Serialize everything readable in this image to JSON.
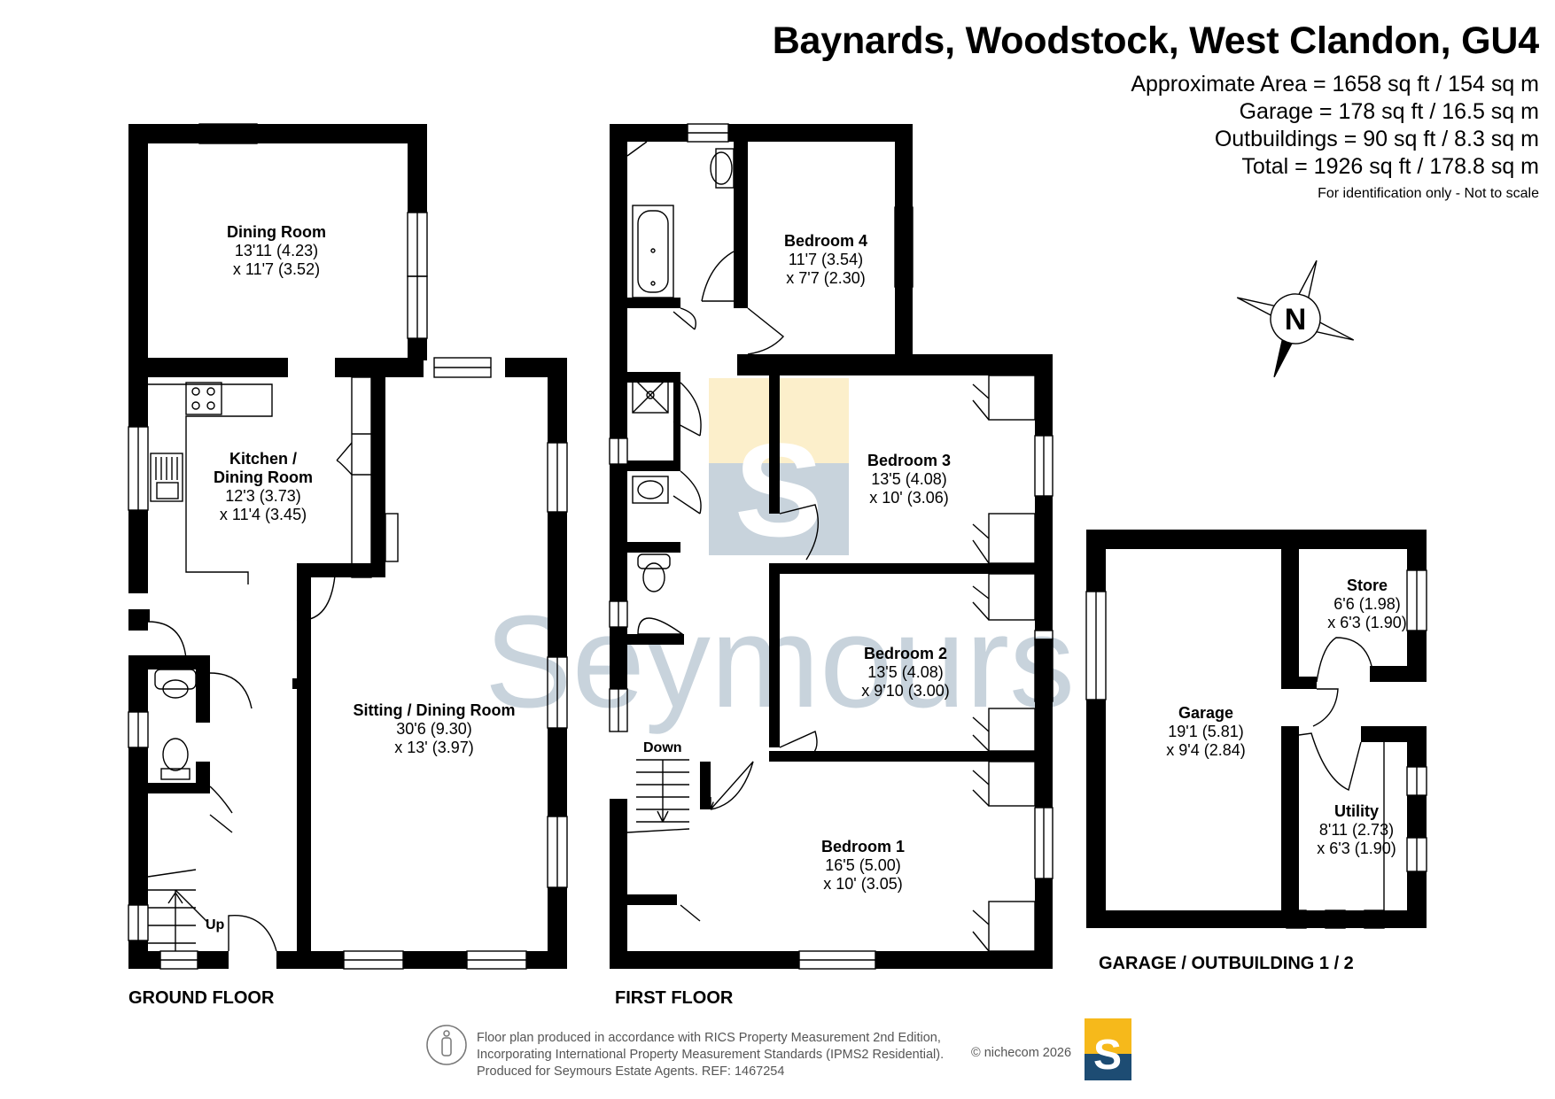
{
  "header": {
    "title": "Baynards, Woodstock, West Clandon, GU4",
    "areas": [
      "Approximate Area = 1658 sq ft / 154 sq m",
      "Garage = 178 sq ft / 16.5 sq m",
      "Outbuildings = 90 sq ft / 8.3 sq m",
      "Total = 1926 sq ft / 178.8 sq m"
    ],
    "disclaimer": "For identification only - Not to scale"
  },
  "floors": {
    "ground": "GROUND FLOOR",
    "first": "FIRST FLOOR",
    "garage": "GARAGE / OUTBUILDING 1 / 2"
  },
  "rooms": [
    {
      "name": "Dining Room",
      "dims": [
        "13'11 (4.23)",
        "x 11'7 (3.52)"
      ]
    },
    {
      "name": "Kitchen /",
      "name2": "Dining Room",
      "dims": [
        "12'3 (3.73)",
        "x 11'4 (3.45)"
      ]
    },
    {
      "name": "Sitting / Dining Room",
      "dims": [
        "30'6 (9.30)",
        "x 13' (3.97)"
      ]
    },
    {
      "name": "Bedroom 4",
      "dims": [
        "11'7 (3.54)",
        "x 7'7 (2.30)"
      ]
    },
    {
      "name": "Bedroom 3",
      "dims": [
        "13'5 (4.08)",
        "x 10' (3.06)"
      ]
    },
    {
      "name": "Bedroom 2",
      "dims": [
        "13'5 (4.08)",
        "x 9'10 (3.00)"
      ]
    },
    {
      "name": "Bedroom 1",
      "dims": [
        "16'5 (5.00)",
        "x 10' (3.05)"
      ]
    },
    {
      "name": "Store",
      "dims": [
        "6'6 (1.98)",
        "x 6'3 (1.90)"
      ]
    },
    {
      "name": "Garage",
      "dims": [
        "19'1 (5.81)",
        "x 9'4 (2.84)"
      ]
    },
    {
      "name": "Utility",
      "dims": [
        "8'11 (2.73)",
        "x 6'3 (1.90)"
      ]
    }
  ],
  "stairs": {
    "up": "Up",
    "down": "Down"
  },
  "compass": {
    "label": "N"
  },
  "watermark": {
    "text": "Seymours",
    "logo_letter": "S"
  },
  "footer": {
    "lines": [
      "Floor plan produced in accordance with RICS Property Measurement 2nd Edition,",
      "Incorporating International Property Measurement Standards (IPMS2 Residential).",
      "Produced for Seymours Estate Agents.     REF: 1467254"
    ],
    "copyright": "© nichecom 2026",
    "logo_letter": "S"
  },
  "colors": {
    "wall": "#000000",
    "watermark_grey": "#c8d3dc",
    "watermark_yellow": "#fcefcb",
    "logo_blue": "#1d4c73",
    "logo_yellow": "#f6b91b"
  }
}
